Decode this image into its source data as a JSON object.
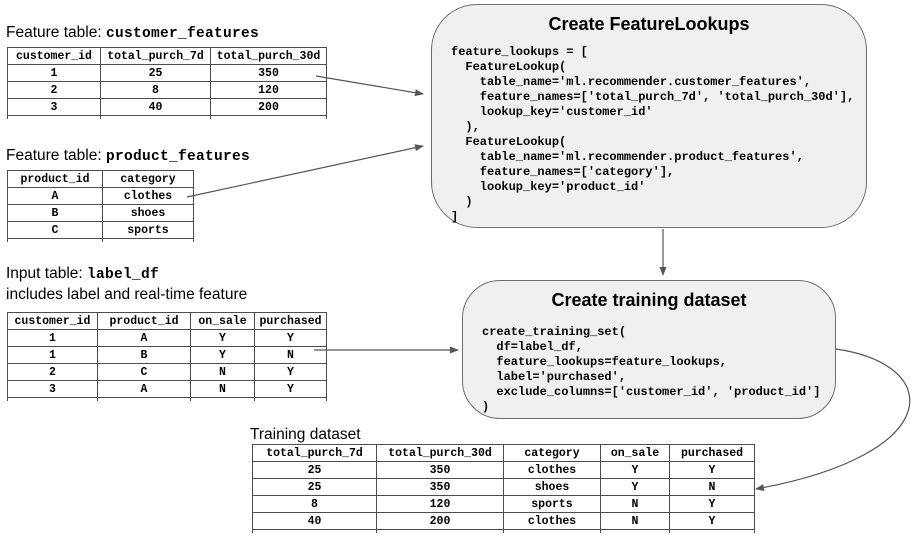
{
  "colors": {
    "box_fill": "#f0f0f1",
    "box_border": "#6e6e6e",
    "table_border": "#4d4d4d",
    "arrow": "#555555"
  },
  "captions": {
    "customer": {
      "prefix": "Feature table: ",
      "name": "customer_features"
    },
    "product": {
      "prefix": "Feature table: ",
      "name": "product_features"
    },
    "label": {
      "prefix": "Input table: ",
      "name": "label_df",
      "subtitle": "includes label and real-time feature"
    },
    "training": {
      "title": "Training dataset"
    }
  },
  "tables": {
    "customer_features": {
      "columns": [
        "customer_id",
        "total_purch_7d",
        "total_purch_30d"
      ],
      "rows": [
        [
          "1",
          "25",
          "350"
        ],
        [
          "2",
          "8",
          "120"
        ],
        [
          "3",
          "40",
          "200"
        ]
      ]
    },
    "product_features": {
      "columns": [
        "product_id",
        "category"
      ],
      "rows": [
        [
          "A",
          "clothes"
        ],
        [
          "B",
          "shoes"
        ],
        [
          "C",
          "sports"
        ]
      ]
    },
    "label_df": {
      "columns": [
        "customer_id",
        "product_id",
        "on_sale",
        "purchased"
      ],
      "rows": [
        [
          "1",
          "A",
          "Y",
          "Y"
        ],
        [
          "1",
          "B",
          "Y",
          "N"
        ],
        [
          "2",
          "C",
          "N",
          "Y"
        ],
        [
          "3",
          "A",
          "N",
          "Y"
        ]
      ]
    },
    "training_dataset": {
      "columns": [
        "total_purch_7d",
        "total_purch_30d",
        "category",
        "on_sale",
        "purchased"
      ],
      "rows": [
        [
          "25",
          "350",
          "clothes",
          "Y",
          "Y"
        ],
        [
          "25",
          "350",
          "shoes",
          "Y",
          "N"
        ],
        [
          "8",
          "120",
          "sports",
          "N",
          "Y"
        ],
        [
          "40",
          "200",
          "clothes",
          "N",
          "Y"
        ]
      ]
    }
  },
  "boxes": {
    "feature_lookups": {
      "title": "Create FeatureLookups",
      "code": "feature_lookups = [\n  FeatureLookup(\n    table_name='ml.recommender.customer_features',\n    feature_names=['total_purch_7d', 'total_purch_30d'],\n    lookup_key='customer_id'\n  ),\n  FeatureLookup(\n    table_name='ml.recommender.product_features',\n    feature_names=['category'],\n    lookup_key='product_id'\n  )\n]"
    },
    "training_dataset": {
      "title": "Create training dataset",
      "code": "create_training_set(\n  df=label_df,\n  feature_lookups=feature_lookups,\n  label='purchased',\n  exclude_columns=['customer_id', 'product_id']\n)"
    }
  }
}
